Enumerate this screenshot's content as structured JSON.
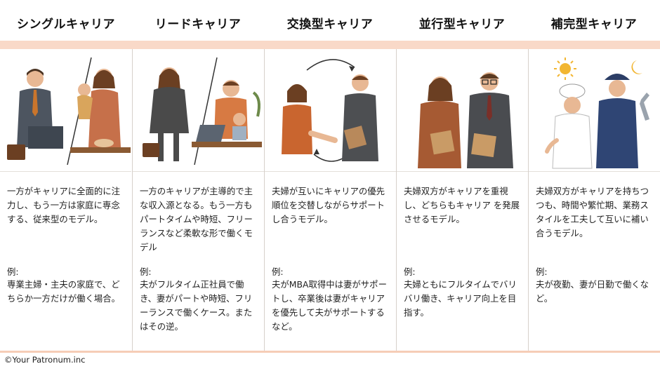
{
  "columns": [
    {
      "title": "シングルキャリア",
      "description": "一方がキャリアに全面的に注力し、もう一方は家庭に専念する、従来型のモデル。",
      "example_label": "例:",
      "example": "専業主婦・主夫の家庭で、どちらか一方だけが働く場合。"
    },
    {
      "title": "リードキャリア",
      "description": "一方のキャリアが主導的で主な収入源となる。もう一方もパートタイムや時短、フリーランスなど柔軟な形で働くモデル",
      "example_label": "例:",
      "example": "夫がフルタイム正社員で働き、妻がパートや時短、フリーランスで働くケース。またはその逆。"
    },
    {
      "title": "交換型キャリア",
      "description": "夫婦が互いにキャリアの優先順位を交替しながらサポートし合うモデル。",
      "example_label": "例:",
      "example": "夫がMBA取得中は妻がサポートし、卒業後は妻がキャリアを優先して夫がサポートするなど。"
    },
    {
      "title": "並行型キャリア",
      "description": "夫婦双方がキャリアを重視し、どちらもキャリア を発展させるモデル。",
      "example_label": "例:",
      "example": "夫婦ともにフルタイムでバリバリ働き、キャリア向上を目指す。"
    },
    {
      "title": "補完型キャリア",
      "description": "夫婦双方がキャリアを持ちつつも、時間や繁忙期、業務スタイルを工夫して互いに補い合うモデル。",
      "example_label": "例:",
      "example": "夫が夜勤、妻が日勤で働くなど。"
    }
  ],
  "footer": {
    "copyright": "©Your Patronum.inc"
  },
  "colors": {
    "accent_band": "#f9d9c8",
    "divider": "#d6d0cb"
  }
}
